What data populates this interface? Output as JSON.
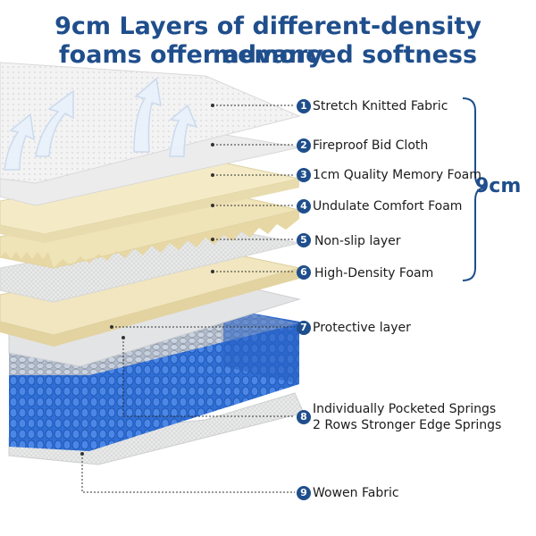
{
  "title": {
    "line1": "9cm Layers of different-density memory",
    "line2": "foams offer advanced softness"
  },
  "thickness_label": "9cm",
  "layers": [
    {
      "num": "1",
      "label": "Stretch Knitted Fabric"
    },
    {
      "num": "2",
      "label": "Fireproof Bid Cloth"
    },
    {
      "num": "3",
      "label": "1cm Quality Memory Foam"
    },
    {
      "num": "4",
      "label": "Undulate Comfort Foam"
    },
    {
      "num": "5",
      "label": "Non-slip layer"
    },
    {
      "num": "6",
      "label": "High-Density Foam"
    },
    {
      "num": "7",
      "label": "Protective layer"
    },
    {
      "num": "8",
      "label": "Individually Pocketed Springs",
      "label2": "2 Rows Stronger Edge Springs"
    },
    {
      "num": "9",
      "label": "Wowen Fabric"
    }
  ],
  "colors": {
    "accent": "#1f4e8c",
    "fabric": "#f2f2f2",
    "foam": "#efe3b8",
    "spring": "#2f6fd6"
  }
}
